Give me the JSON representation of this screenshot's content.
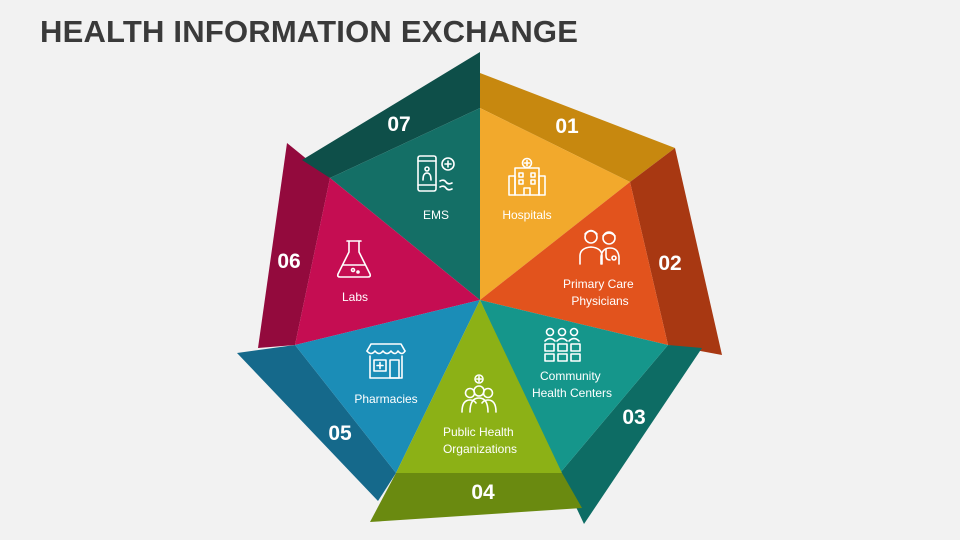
{
  "title": "HEALTH INFORMATION EXCHANGE",
  "segments": [
    {
      "number": "01",
      "label_lines": [
        "Hospitals"
      ],
      "icon": "hospital-icon",
      "color": "#f2a92c",
      "dark": "#c7880f"
    },
    {
      "number": "02",
      "label_lines": [
        "Primary Care",
        "Physicians"
      ],
      "icon": "doctor-icon",
      "color": "#e2531d",
      "dark": "#a83812"
    },
    {
      "number": "03",
      "label_lines": [
        "Community",
        "Health Centers"
      ],
      "icon": "community-center-icon",
      "color": "#15968b",
      "dark": "#0d6c64"
    },
    {
      "number": "04",
      "label_lines": [
        "Public Health",
        "Organizations"
      ],
      "icon": "people-health-icon",
      "color": "#8cb116",
      "dark": "#6a8a10"
    },
    {
      "number": "05",
      "label_lines": [
        "Pharmacies"
      ],
      "icon": "pharmacy-store-icon",
      "color": "#1b8db7",
      "dark": "#15698b"
    },
    {
      "number": "06",
      "label_lines": [
        "Labs"
      ],
      "icon": "lab-flask-icon",
      "color": "#c50d52",
      "dark": "#930a3d"
    },
    {
      "number": "07",
      "label_lines": [
        "EMS"
      ],
      "icon": "ems-phone-icon",
      "color": "#146f66",
      "dark": "#0e4f49"
    }
  ]
}
